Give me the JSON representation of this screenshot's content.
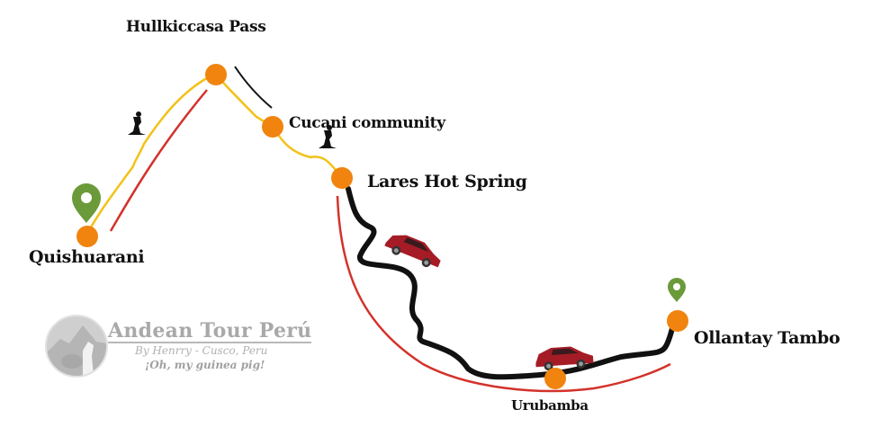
{
  "title": "Lares Trek Route Map",
  "colors": {
    "stop": "#f0840f",
    "pin": "#6b9a3a",
    "trek_route": "#f2c21a",
    "return_route": "#d3322a",
    "road": "#111111",
    "car": "#a51c26"
  },
  "stops": [
    {
      "id": "quishuarani",
      "name": "Quishuarani"
    },
    {
      "id": "hullkiccasa",
      "name": "Hullkiccasa Pass"
    },
    {
      "id": "cucani",
      "name": "Cucani community"
    },
    {
      "id": "lares",
      "name": "Lares Hot Spring"
    },
    {
      "id": "urubamba",
      "name": "Urubamba"
    },
    {
      "id": "ollantaytambo",
      "name": "Ollantay Tambo"
    }
  ],
  "icons": {
    "start_pin": "map-pin-icon",
    "end_pin": "map-pin-icon",
    "hiker": "hiker-icon",
    "car": "car-icon"
  },
  "logo": {
    "title": "Andean Tour Perú",
    "subtitle": "By Henrry - Cusco, Peru",
    "tagline": "¡Oh, my guinea pig!"
  }
}
